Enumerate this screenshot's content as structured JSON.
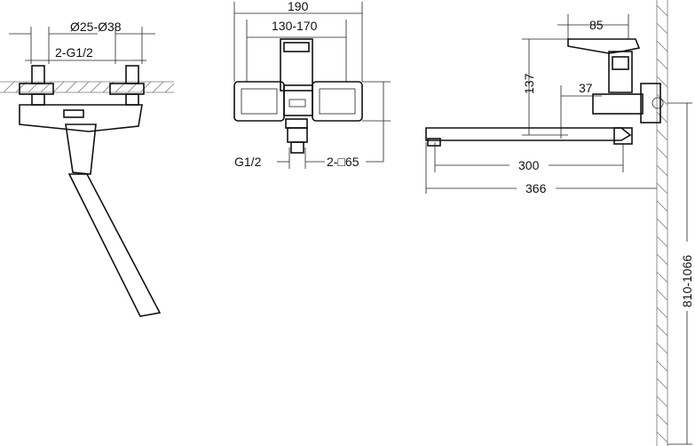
{
  "front_view": {
    "dim_bore_range": "Ø25-Ø38",
    "dim_connection": "2-G1/2"
  },
  "top_view": {
    "dim_width": "190",
    "dim_centers": "130-170",
    "dim_outlet_thread": "G1/2",
    "dim_flange": "2-□65"
  },
  "side_view": {
    "dim_handle_offset": "85",
    "dim_height": "137",
    "dim_body_depth": "37",
    "dim_spout_length": "300",
    "dim_total_length": "366",
    "dim_mount_height": "810-1066"
  }
}
